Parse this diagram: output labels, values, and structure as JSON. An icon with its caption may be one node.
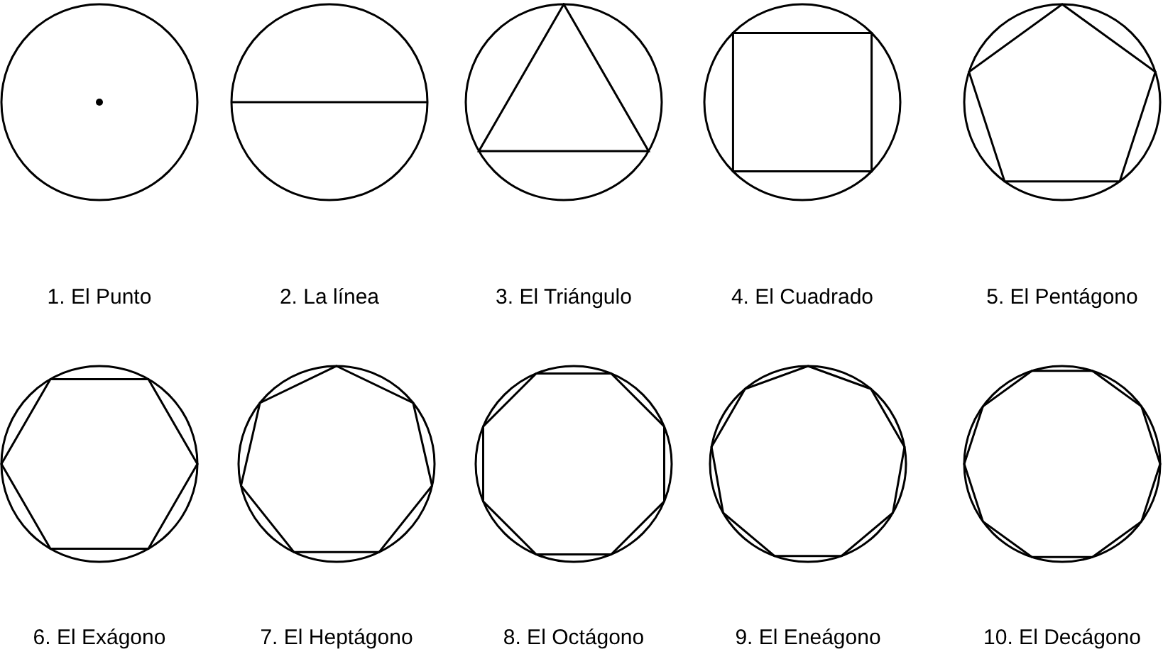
{
  "diagram": {
    "nodes": [
      {
        "text": [],
        "shape": "circle"
      },
      {
        "text": [],
        "shape": "circle"
      },
      {
        "text": [],
        "shape": "circle"
      },
      {
        "text": [],
        "shape": "circle"
      },
      {
        "text": [],
        "shape": "circle"
      },
      {
        "text": [],
        "shape": "circle"
      },
      {
        "text": [],
        "shape": "circle"
      },
      {
        "text": [],
        "shape": "circle"
      },
      {
        "text": [],
        "shape": "circle"
      },
      {
        "text": [],
        "shape": "circle"
      }
    ],
    "labels": [
      "1. El Punto",
      "2. La línea",
      "3. El Triángulo",
      "4. El Cuadrado",
      "5. El Pentágono",
      "6. El Exágono",
      "7. El Heptágono",
      "8. El Octágono",
      "9. El Eneágono",
      "10. El Decágono"
    ]
  }
}
